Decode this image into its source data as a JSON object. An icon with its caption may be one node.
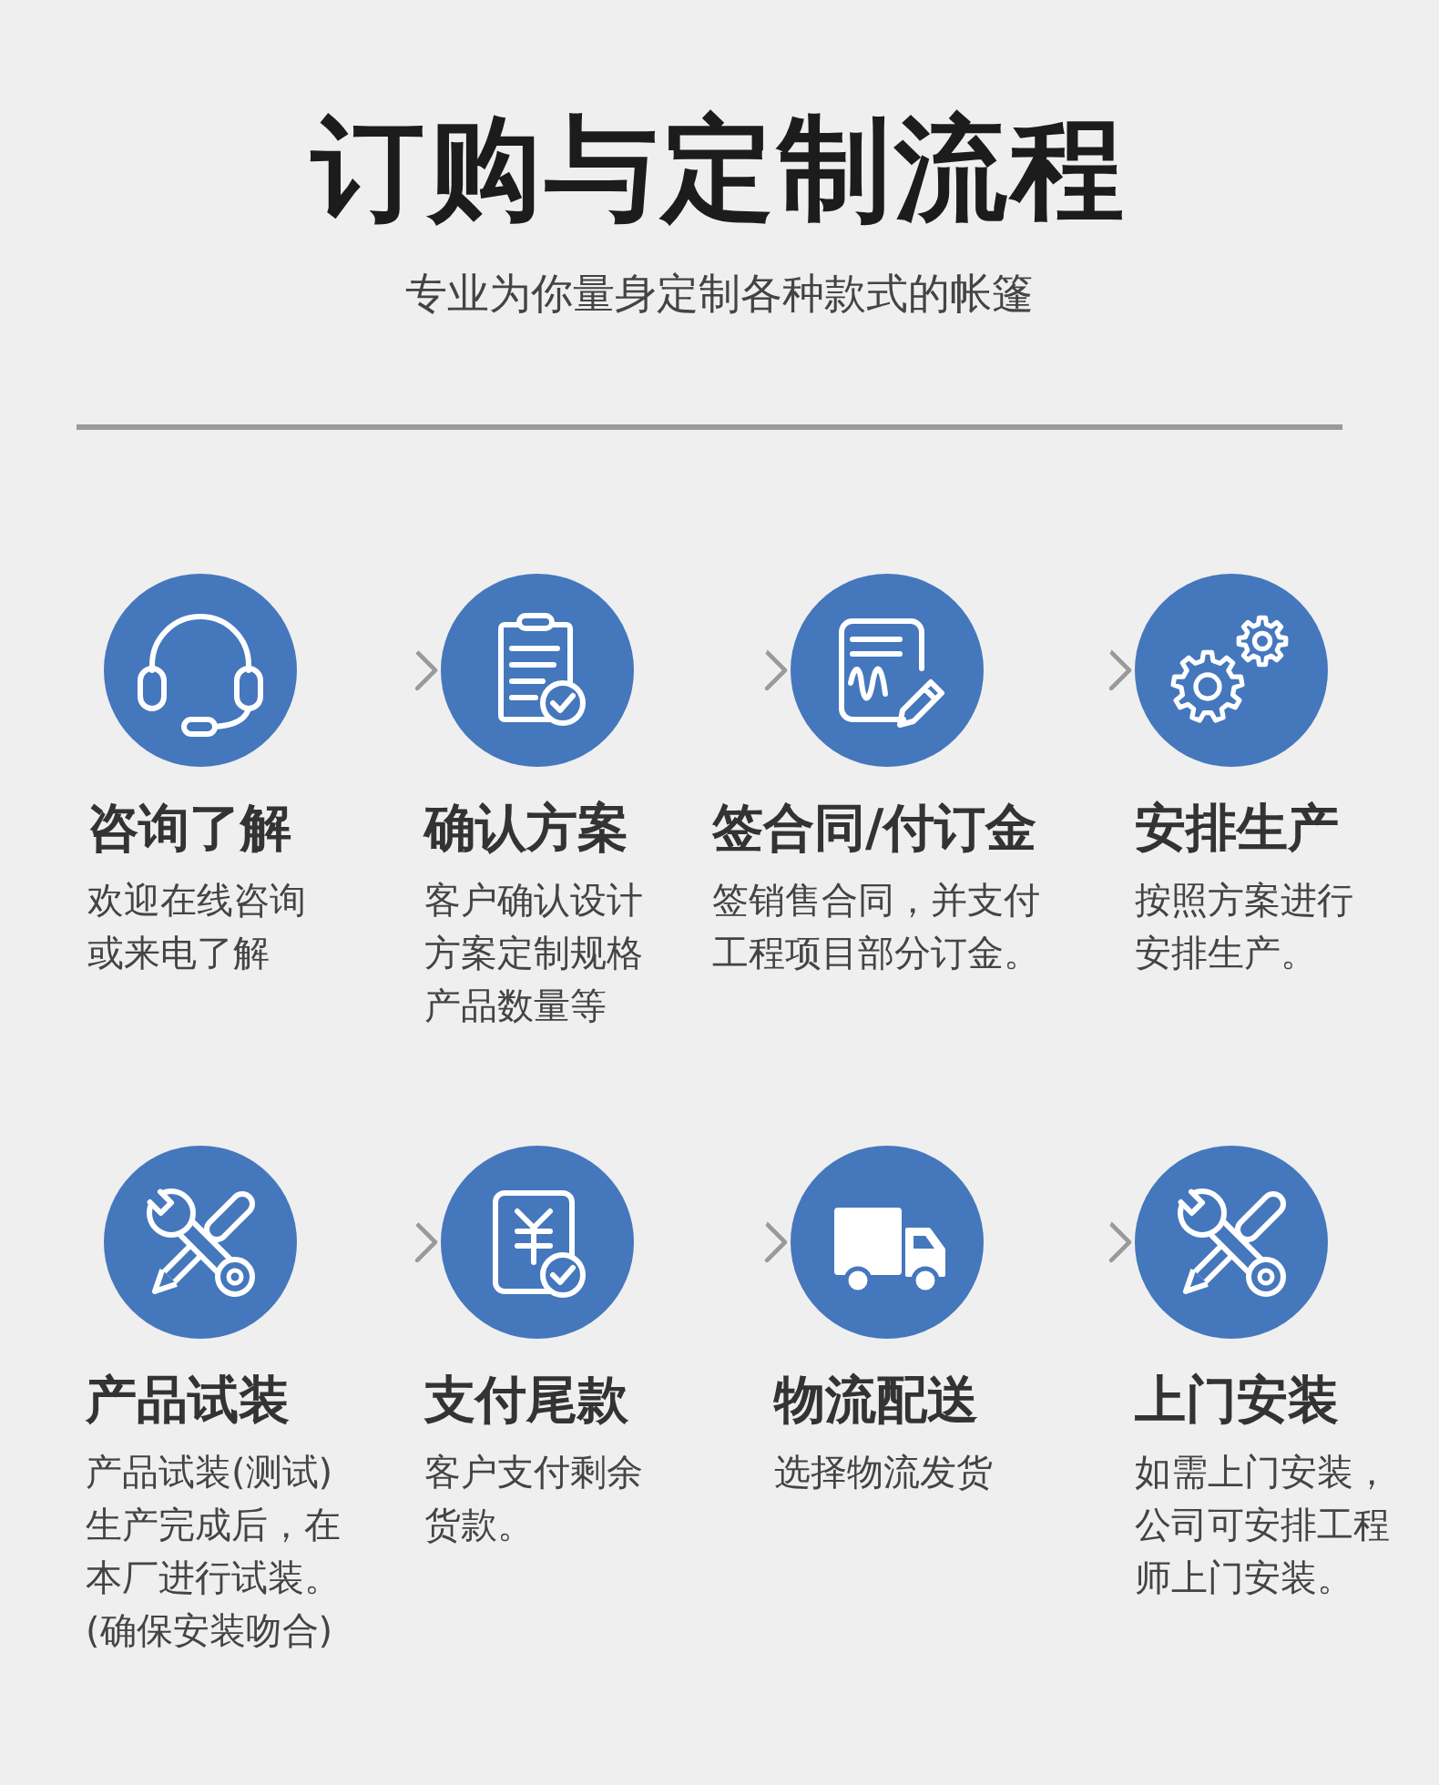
{
  "diagram": {
    "title": "订购与定制流程",
    "nodes": [
      {
        "text": [
          "咨询了解",
          "欢迎在线咨询或来电了解"
        ]
      },
      {
        "text": [
          "确认方案",
          "客户确认设计方案定制规格产品数量等"
        ]
      },
      {
        "text": [
          "签合同/付订金",
          "签销售合同，并支付工程项目部分订金。"
        ]
      },
      {
        "text": [
          "安排生产",
          "按照方案进行安排生产。"
        ]
      },
      {
        "text": [
          "产品试装",
          "产品试装(测试)生产完成后，在本厂进行试装。(确保安装吻合)"
        ]
      },
      {
        "text": [
          "支付尾款",
          "客户支付剩余货款。"
        ]
      },
      {
        "text": [
          "物流配送",
          "选择物流发货"
        ]
      },
      {
        "text": [
          "上门安装",
          "如需上门安装，公司可安排工程师上门安装。"
        ]
      }
    ],
    "edges": [
      {
        "from": 0,
        "to": 1,
        "arrow": "to"
      },
      {
        "from": 1,
        "to": 2,
        "arrow": "to"
      },
      {
        "from": 2,
        "to": 3,
        "arrow": "to"
      },
      {
        "from": 4,
        "to": 5,
        "arrow": "to"
      },
      {
        "from": 5,
        "to": 6,
        "arrow": "to"
      },
      {
        "from": 6,
        "to": 7,
        "arrow": "to"
      }
    ],
    "labels": [
      "专业为你量身定制各种款式的帐篷"
    ]
  }
}
